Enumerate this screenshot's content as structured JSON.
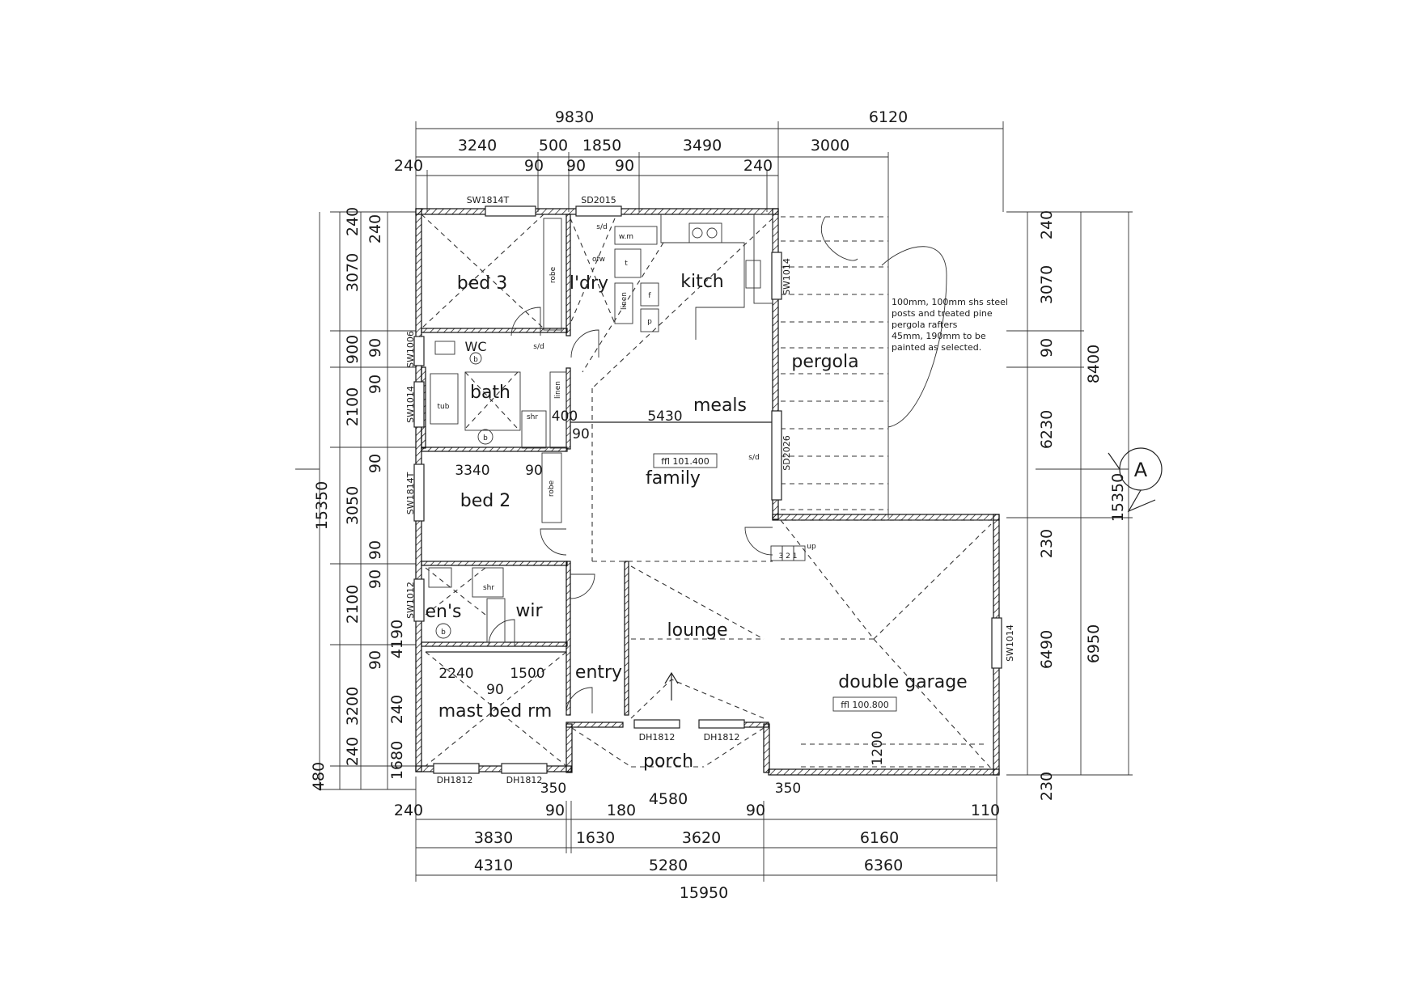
{
  "dimensions": {
    "top_overall": [
      "9830",
      "6120"
    ],
    "top_mid": [
      "3240",
      "500",
      "1850",
      "3490",
      "3000"
    ],
    "top_inner": [
      "240",
      "90",
      "90",
      "90",
      "240"
    ],
    "left_outer": [
      "15350"
    ],
    "left_mid": [
      "480",
      "240",
      "3070",
      "900",
      "2100",
      "3050",
      "2100",
      "3200",
      "240"
    ],
    "left_inner": [
      "240",
      "90",
      "90",
      "90",
      "90",
      "90",
      "90",
      "4190",
      "240",
      "1680"
    ],
    "right_outer": [
      "15350"
    ],
    "right_mid": [
      "8400",
      "6950"
    ],
    "right_inner": [
      "240",
      "3070",
      "90",
      "6230",
      "230",
      "6490",
      "230"
    ],
    "bottom_inner": [
      "240",
      "90",
      "180",
      "4580",
      "90",
      "110"
    ],
    "bottom_a": [
      "3830",
      "1630",
      "3620",
      "6160"
    ],
    "bottom_b": [
      "4310",
      "5280",
      "6360"
    ],
    "bottom_overall": "15950",
    "interior": [
      "3340",
      "90",
      "400",
      "90",
      "5430",
      "2240",
      "1500",
      "90",
      "350",
      "350",
      "1200"
    ]
  },
  "rooms": {
    "bed3": "bed 3",
    "ldry": "l'dry",
    "kitch": "kitch",
    "wc": "WC",
    "bath": "bath",
    "meals": "meals",
    "family": "family",
    "bed2": "bed 2",
    "ens": "en's",
    "wir": "wir",
    "lounge": "lounge",
    "entry": "entry",
    "mast": "mast bed rm",
    "porch": "porch",
    "garage": "double garage",
    "pergola": "pergola"
  },
  "levels": {
    "house": "ffl 101.400",
    "garage": "ffl 100.800"
  },
  "windows": {
    "top_bed3": "SW1814T",
    "top_ldry": "SD2015",
    "kitch_side": "SW1014",
    "family_side": "SD2026",
    "wc": "SW1006",
    "bath": "SW1014",
    "bed2": "SW1814T",
    "ens": "SW1012",
    "garage": "SW1014",
    "mast1": "DH1812",
    "mast2": "DH1812",
    "lounge1": "DH1812",
    "lounge2": "DH1812"
  },
  "labels": {
    "robe": "robe",
    "linen": "linen",
    "linen2": "linen",
    "sd": "s/d",
    "sd2": "s/d",
    "sd3": "s/d",
    "wm": "w.m",
    "t": "t",
    "f": "f",
    "p": "p",
    "tub": "tub",
    "shr": "shr",
    "shr2": "shr",
    "fw": "ofw",
    "b": "b",
    "up": "up",
    "steps": "3 2 1",
    "section": "A"
  },
  "pergola_note": [
    "100mm, 100mm shs steel",
    "posts and treated pine",
    "pergola rafters",
    "45mm, 190mm to be",
    "painted as selected."
  ]
}
